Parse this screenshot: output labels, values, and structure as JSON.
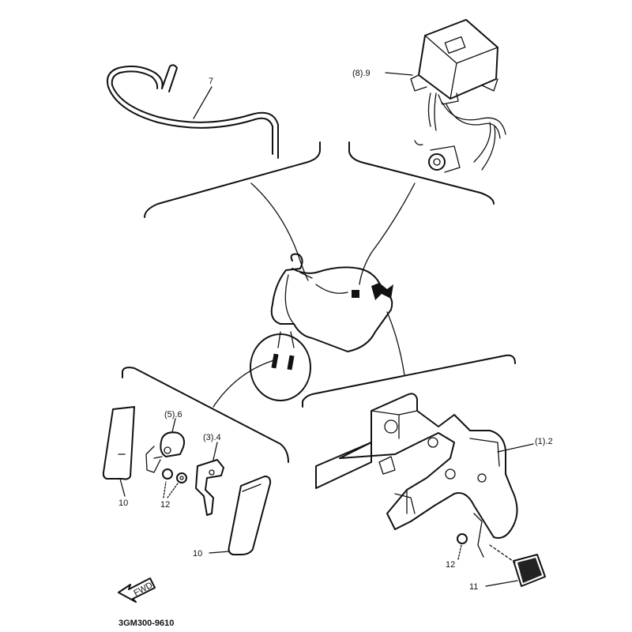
{
  "labels": {
    "part_7": "7",
    "part_8_9": "(8).9",
    "part_5_6": "(5).6",
    "part_3_4": "(3).4",
    "part_1_2": "(1).2",
    "part_10_left": "10",
    "part_10_bottom": "10",
    "part_12_left": "12",
    "part_12_right": "12",
    "part_11": "11",
    "fwd_arrow": "FWD"
  },
  "diagram_code": "3GM300-9610"
}
